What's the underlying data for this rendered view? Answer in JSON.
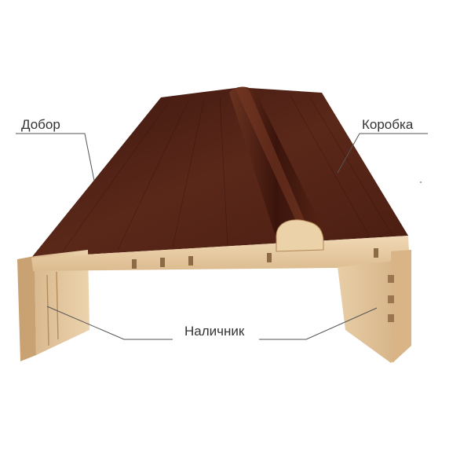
{
  "diagram": {
    "labels": {
      "dobor": "Добор",
      "korobka": "Коробка",
      "nalichnik": "Наличник"
    },
    "colors": {
      "background": "#ffffff",
      "veneer_dark": "#4a1e14",
      "veneer_mid": "#5c2a1c",
      "wood_light": "#e6c9a0",
      "wood_mid": "#d4b084",
      "leader_line": "#555555"
    }
  }
}
